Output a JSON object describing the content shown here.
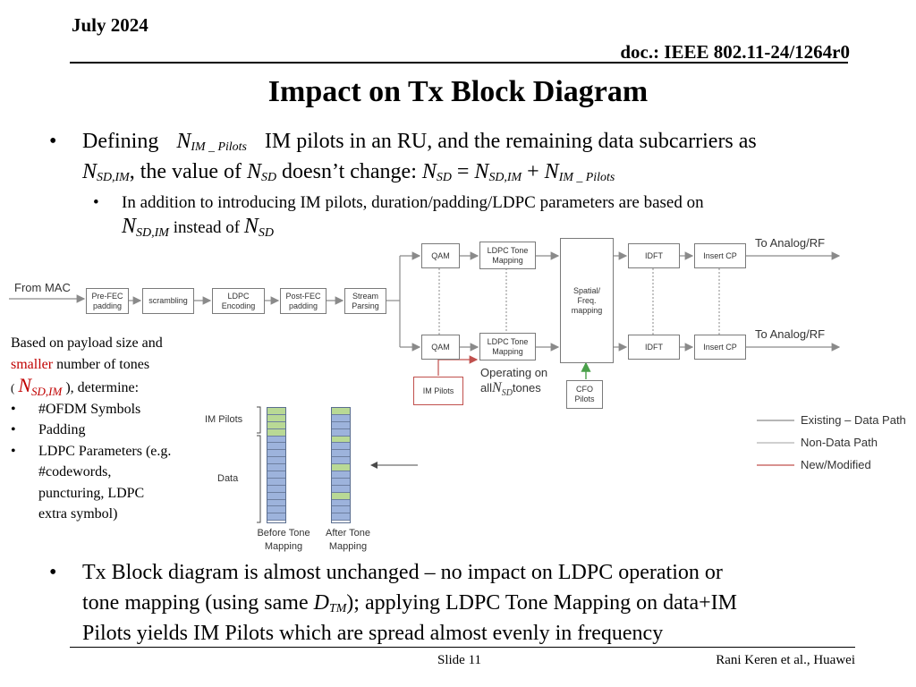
{
  "header": {
    "date": "July 2024",
    "doc": "doc.: IEEE 802.11-24/1264r0"
  },
  "title": "Impact on Tx Block Diagram",
  "bullet1": {
    "mark": "•",
    "t_defining": "Defining",
    "t_rest1": "IM pilots in an RU, and the remaining data subcarriers as",
    "t_value": ", the value of",
    "t_nochange": "doesn’t change:",
    "eq_eq": "=",
    "eq_plus": "+",
    "sub": {
      "mark": "•",
      "text": "In addition to introducing IM pilots, duration/padding/LDPC parameters are based on",
      "instead": "instead of"
    }
  },
  "math": {
    "N": "N",
    "D": "D",
    "IM_Pilots": "IM _ Pilots",
    "SD_IM": "SD,IM",
    "SD": "SD",
    "TM": "TM"
  },
  "note": {
    "line1": "Based on payload size and",
    "smaller": "smaller",
    "line2_rest": "number of tones",
    "open_paren": "(",
    "determine": "), determine:",
    "items": [
      "#OFDM Symbols",
      "Padding",
      "LDPC Parameters (e.g.",
      "#codewords,",
      "puncturing, LDPC",
      "extra symbol)"
    ]
  },
  "diagram": {
    "from_mac": "From MAC",
    "pre_fec": "Pre-FEC padding",
    "scrambling": "scrambling",
    "ldpc_enc": "LDPC Encoding",
    "post_fec": "Post-FEC padding",
    "stream_parsing": "Stream Parsing",
    "qam": "QAM",
    "ldpc_tone": "LDPC Tone Mapping",
    "spatial": "Spatial/ Freq. mapping",
    "idft": "IDFT",
    "insert_cp": "Insert CP",
    "to_analog": "To Analog/RF",
    "im_pilots_block": "IM Pilots",
    "operating_on": "Operating on",
    "all": "all",
    "tones": "tones",
    "cfo_pilots": "CFO Pilots",
    "legend": {
      "existing": "Existing – Data Path",
      "non_data": "Non-Data Path",
      "new_mod": "New/Modified"
    },
    "colors": {
      "existing": "#8a8a8a",
      "non_data": "#b5b5b5",
      "new": "#c0504d",
      "im_pilot": "#b9d995",
      "data": "#9db3dc",
      "cfo_arrow": "#4aa04a"
    }
  },
  "mapping": {
    "im_pilots": "IM Pilots",
    "data": "Data",
    "before": "Before Tone Mapping",
    "after": "After Tone Mapping"
  },
  "bullet2": {
    "mark": "•",
    "line1": "Tx Block diagram is almost unchanged – no impact on LDPC operation or",
    "line2a": "tone mapping (using same",
    "line2b": "); applying LDPC Tone Mapping on data+IM",
    "line3": "Pilots yields IM Pilots which are spread almost evenly in frequency"
  },
  "footer": {
    "slide": "Slide 11",
    "author": "Rani Keren et al., Huawei"
  }
}
